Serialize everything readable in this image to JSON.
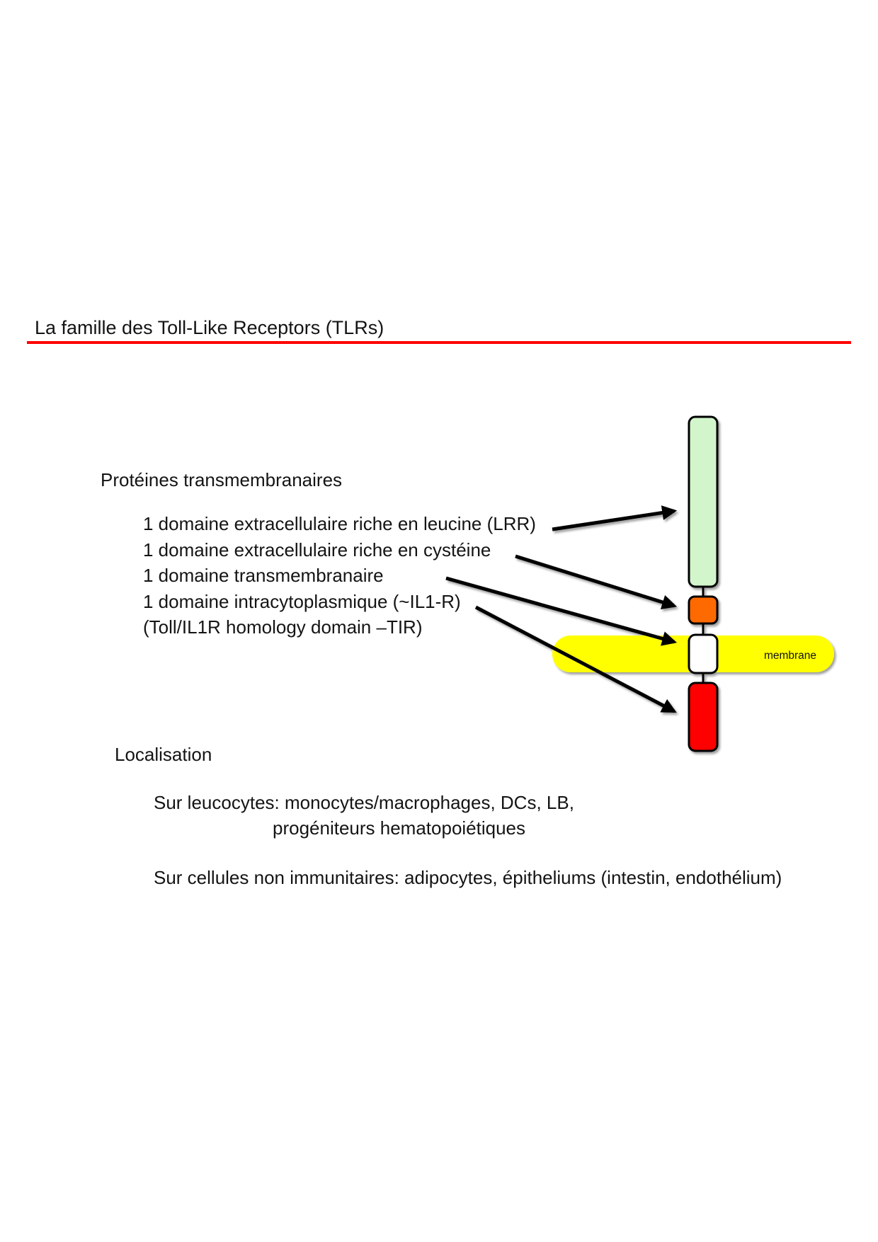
{
  "slide": {
    "title": "La famille des Toll-Like Receptors (TLRs)",
    "divider_color": "#ff0000",
    "transmembrane_section": {
      "heading": "Protéines transmembranaires",
      "items": [
        "1 domaine extracellulaire riche en leucine (LRR)",
        "1 domaine extracellulaire riche en cystéine",
        "1 domaine transmembranaire",
        "1 domaine intracytoplasmique (~IL1-R)",
        "(Toll/IL1R homology domain –TIR)"
      ]
    },
    "localisation_section": {
      "heading": "Localisation",
      "lines": [
        "Sur leucocytes: monocytes/macrophages, DCs, LB,",
        "progéniteurs hematopoiétiques",
        "Sur cellules non immunitaires: adipocytes, épitheliums (intestin, endothélium)"
      ]
    },
    "diagram": {
      "membrane_label": "membrane",
      "colors": {
        "lrr_domain": "#d2f5cb",
        "cysteine_domain": "#ff6a00",
        "transmembrane_domain": "#ffffff",
        "membrane_band": "#ffff00",
        "intracytoplasmic_domain": "#ff0000",
        "outline": "#000000",
        "arrow": "#000000",
        "text": "#141414"
      }
    }
  }
}
